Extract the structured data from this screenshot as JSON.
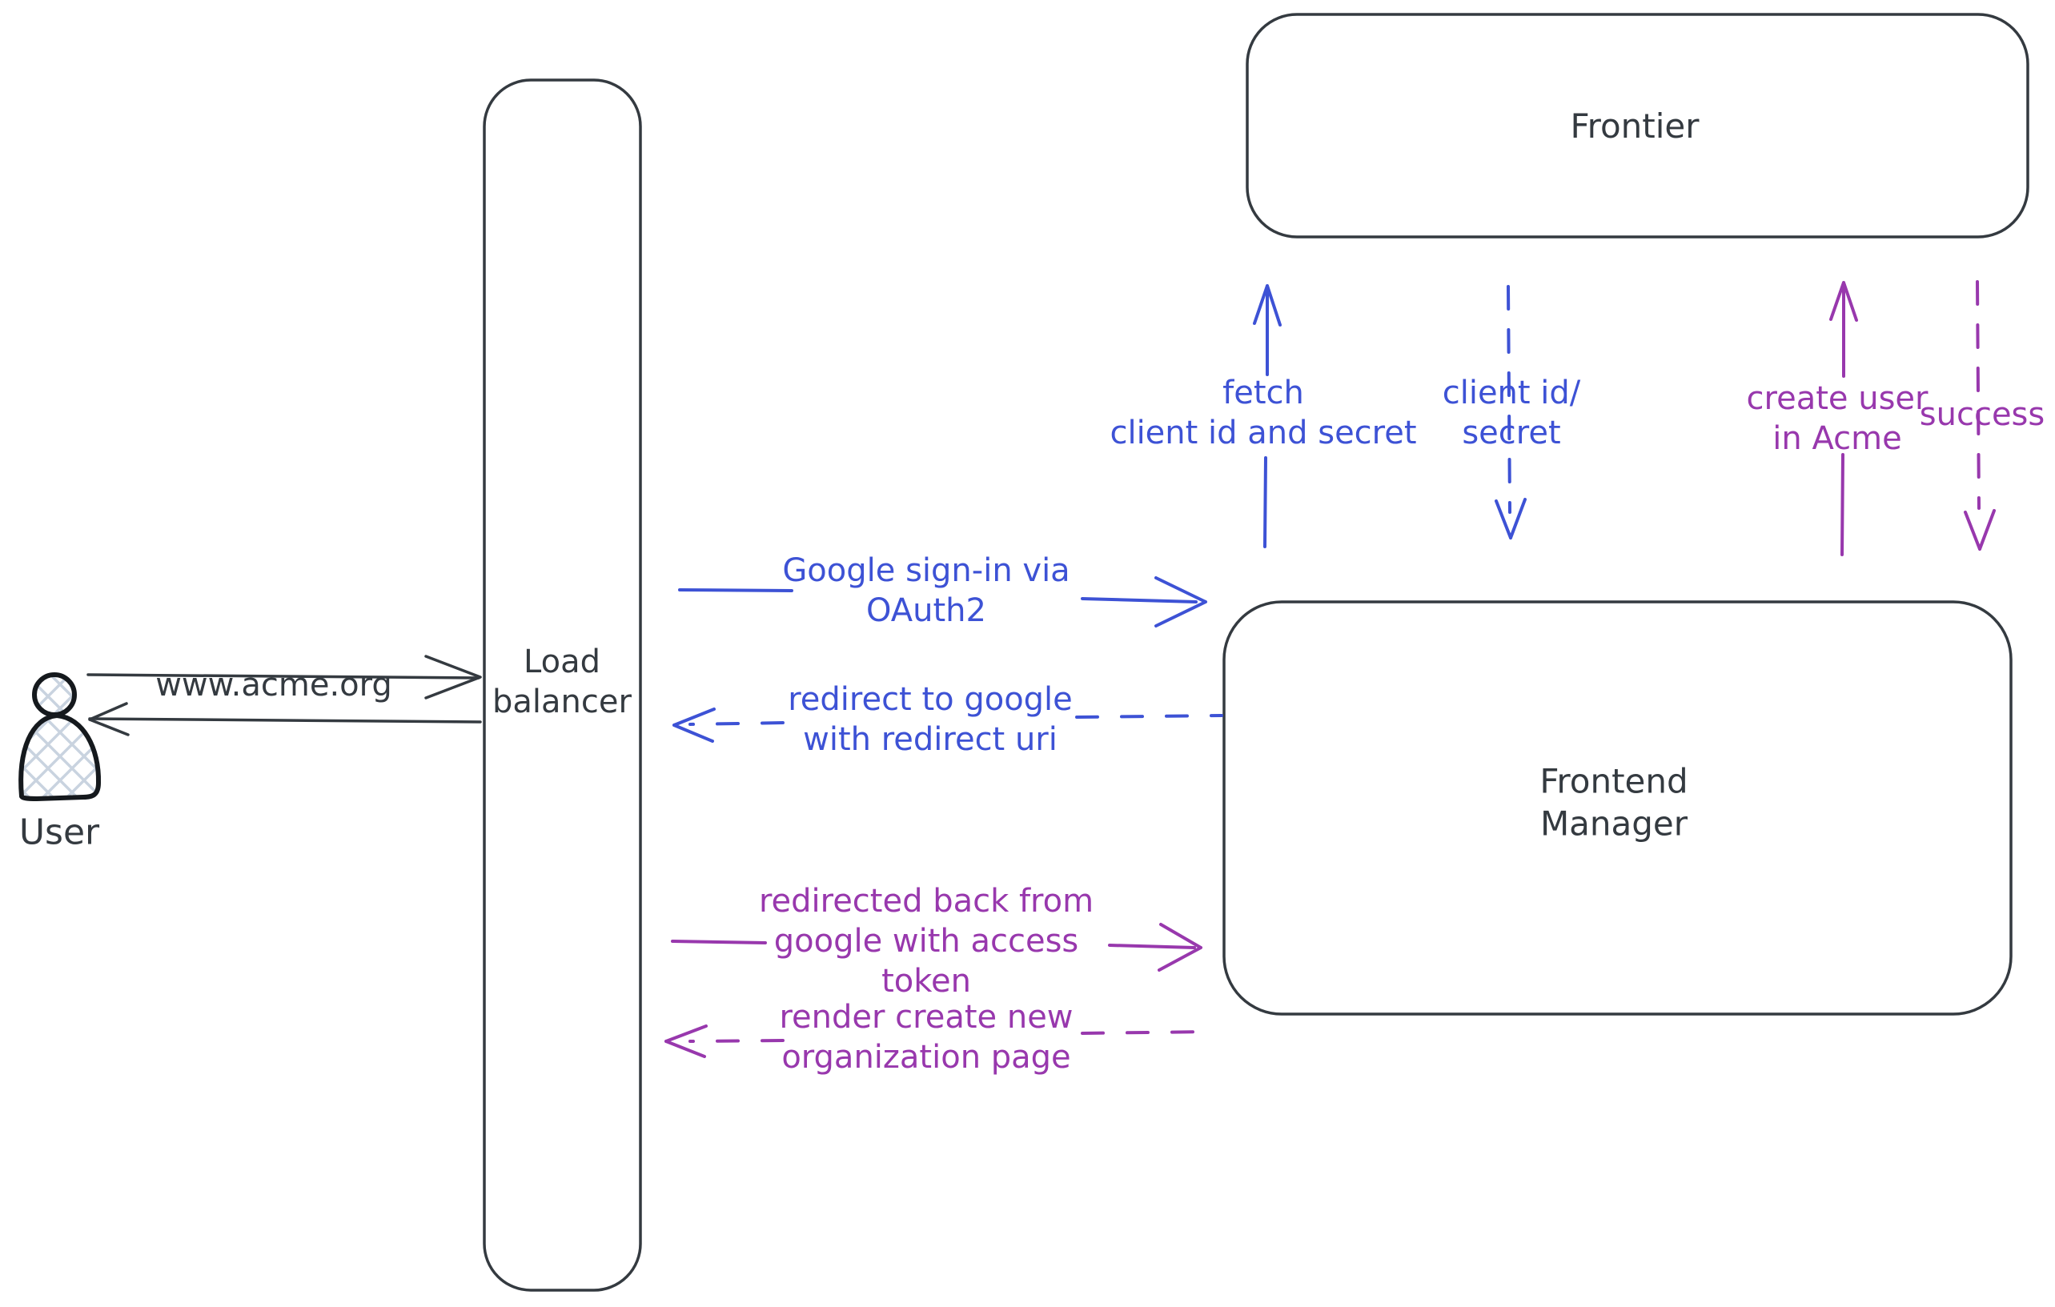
{
  "diagram": {
    "title": "OAuth sign-in flow diagram",
    "colors": {
      "stroke": "#343a40",
      "blue": "#3d52d5",
      "purple": "#9838ad",
      "hatch_fill": "#c9d3df",
      "background": "#ffffff"
    },
    "nodes": {
      "user": {
        "label": "User"
      },
      "load_balancer": {
        "label": "Load\nbalancer"
      },
      "frontier": {
        "label": "Frontier"
      },
      "frontend_manager": {
        "label": "Frontend\nManager"
      }
    },
    "edges": {
      "www_acme": {
        "label": "www.acme.org",
        "style": "solid",
        "color": "dark",
        "from": "user",
        "to": "load_balancer"
      },
      "user_return": {
        "label": "",
        "style": "solid",
        "color": "dark",
        "from": "load_balancer",
        "to": "user"
      },
      "google_signin": {
        "label": "Google sign-in via\nOAuth2",
        "style": "solid",
        "color": "blue",
        "from": "load_balancer",
        "to": "frontend_manager"
      },
      "redirect_google": {
        "label": "redirect to google\nwith redirect uri",
        "style": "dashed",
        "color": "blue",
        "from": "frontend_manager",
        "to": "load_balancer"
      },
      "redirected_back": {
        "label": "redirected back from\ngoogle with access\ntoken",
        "style": "solid",
        "color": "purple",
        "from": "load_balancer",
        "to": "frontend_manager"
      },
      "render_page": {
        "label": "render create new\norganization page",
        "style": "dashed",
        "color": "purple",
        "from": "frontend_manager",
        "to": "load_balancer"
      },
      "fetch_client": {
        "label": "fetch\nclient id and secret",
        "style": "solid",
        "color": "blue",
        "from": "frontend_manager",
        "to": "frontier"
      },
      "client_id_secret": {
        "label": "client id/\nsecret",
        "style": "dashed",
        "color": "blue",
        "from": "frontier",
        "to": "frontend_manager"
      },
      "create_user": {
        "label": "create user\nin Acme",
        "style": "solid",
        "color": "purple",
        "from": "frontend_manager",
        "to": "frontier"
      },
      "success": {
        "label": "success",
        "style": "dashed",
        "color": "purple",
        "from": "frontier",
        "to": "frontend_manager"
      }
    }
  }
}
